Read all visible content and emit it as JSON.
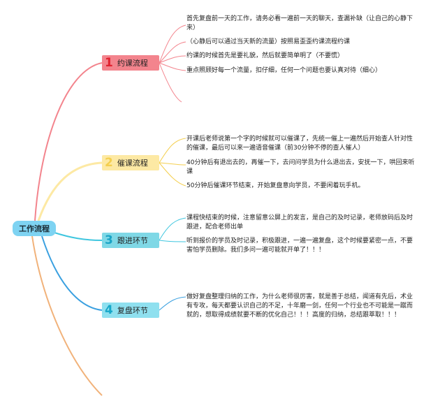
{
  "root": {
    "label": "工作流程"
  },
  "colors": {
    "branch1": "#f3848d",
    "branch2": "#fde9a4",
    "branch3": "#3fc6df",
    "branch4": "#3aa0e0",
    "branch5": "#f1b27a",
    "root": "#7ed3f2"
  },
  "branches": [
    {
      "number": "1",
      "label": "约课流程",
      "notes": [
        "首先复盘前一天的工作，请务必看一遍前一天的聊天，查漏补缺（让自己的心静下来）",
        "（心静后可以通过当天新的流量）按照易歪歪约课流程约课",
        "约课的时候首先是要礼貌，然后就要简单明了（不要慌）",
        "重点照顾好每一个流量，扣仔细，任何一个问题也要认真对待（细心）"
      ]
    },
    {
      "number": "2",
      "label": "催课流程",
      "notes": [
        "开课后老师说第一个字的时候就可以催课了，先统一催上一遍然后开始查人针对性的催课，最后可以来一遍语音催课（前30分钟不停的查人催人）",
        "40分钟后有退出去的，再催一下，去问问学员为什么退出去，安抚一下，哄回来听课",
        "50分钟后催课环节结束，开始复盘意向学员，不要闲着玩手机。"
      ]
    },
    {
      "number": "3",
      "label": "跟进环节",
      "notes": [
        "课程快结束的时候，注意留意公屏上的发言，是自己的及时记录，老师放码后及时跟进，配合老师出单",
        "听到报价的学员及时记录，积极跟进，一遍一遍复盘，这个时候要紧密一点，不要害怕学员删除。我们多问一遍可能就开单了！！！"
      ]
    },
    {
      "number": "4",
      "label": "复盘环节",
      "notes": [
        "做好复盘整理归纳的工作，为什么老师很厉害，就是善于总结，闻道有先后，术业有专攻，每天都要认识自己的不足，十年磨一剑，任何一个行业也不可能是一蹴而就的，想取得成绩就要不断的优化自己！！！高度的归纳，总结跟萃取！！！"
      ]
    }
  ]
}
